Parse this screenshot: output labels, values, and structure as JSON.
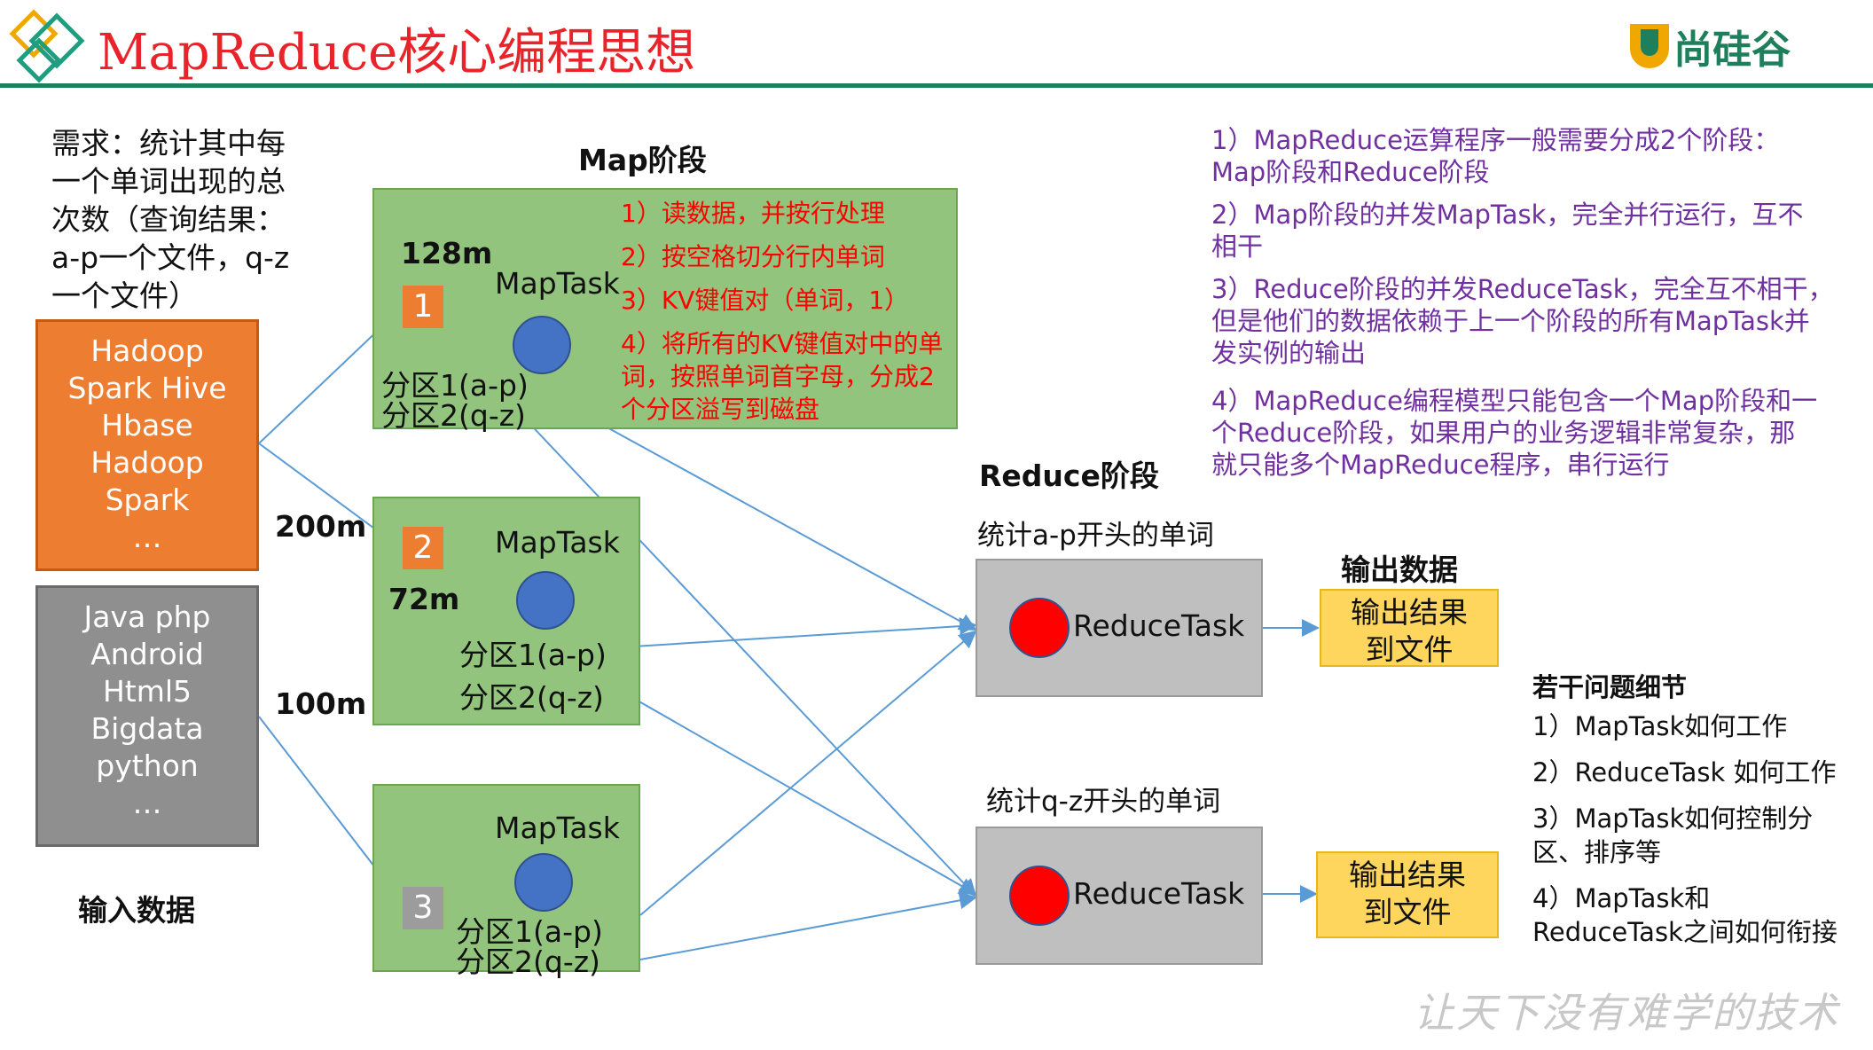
{
  "header": {
    "title": "MapReduce核心编程思想",
    "logo_text": "尚硅谷",
    "slogan": "让天下没有难学的技术"
  },
  "requirement": [
    "需求：统计其中每",
    "一个单词出现的总",
    "次数（查询结果：",
    "a-p一个文件，q-z",
    "一个文件）"
  ],
  "input": {
    "label": "输入数据",
    "file1_lines": [
      "Hadoop",
      "Spark Hive",
      "Hbase",
      "Hadoop",
      "Spark",
      "…"
    ],
    "file2_lines": [
      "Java php",
      "Android",
      "Html5",
      "Bigdata",
      "python",
      "…"
    ],
    "size_200m": "200m",
    "size_100m": "100m"
  },
  "map_stage": {
    "title": "Map阶段",
    "split1_size": "128m",
    "split2_size": "72m",
    "task_label": "MapTask",
    "split_nums": [
      "1",
      "2",
      "3"
    ],
    "partition1": "分区1(a-p)",
    "partition2": "分区2(q-z)",
    "steps": [
      "1）读数据，并按行处理",
      "2）按空格切分行内单词",
      "3）KV键值对（单词，1）",
      "4）将所有的KV键值对中的单",
      "词，按照单词首字母，分成2",
      "个分区溢写到磁盘"
    ]
  },
  "reduce_stage": {
    "title": "Reduce阶段",
    "label_ap": "统计a-p开头的单词",
    "label_qz": "统计q-z开头的单词",
    "task_label": "ReduceTask"
  },
  "output": {
    "title": "输出数据",
    "box_lines": [
      "输出结果",
      "到文件"
    ]
  },
  "notes": [
    [
      "1）MapReduce运算程序一般需要分成2个阶段：",
      "Map阶段和Reduce阶段"
    ],
    [
      "2）Map阶段的并发MapTask，完全并行运行，互不",
      "相干"
    ],
    [
      "3）Reduce阶段的并发ReduceTask，完全互不相干，",
      "但是他们的数据依赖于上一个阶段的所有MapTask并",
      "发实例的输出"
    ],
    [
      "4）MapReduce编程模型只能包含一个Map阶段和一",
      "个Reduce阶段，如果用户的业务逻辑非常复杂，那",
      "就只能多个MapReduce程序，串行运行"
    ]
  ],
  "issues": {
    "title": "若干问题细节",
    "items": [
      "1）MapTask如何工作",
      "2）ReduceTask 如何工作",
      "3）MapTask如何控制分",
      "区、排序等",
      "4）MapTask和",
      "ReduceTask之间如何衔接"
    ]
  },
  "colors": {
    "title_red": "#e8242a",
    "rule_green": "#1e7f5c",
    "orange": "#ed7d31",
    "gray": "#8f8f8f",
    "green_box": "#93c47d",
    "blue_circle": "#4472c4",
    "red_circle": "#ff0000",
    "reduce_box": "#bfbfbf",
    "output_box": "#fed65e",
    "arrow": "#5b9bd5",
    "note_purple": "#7030a0"
  }
}
